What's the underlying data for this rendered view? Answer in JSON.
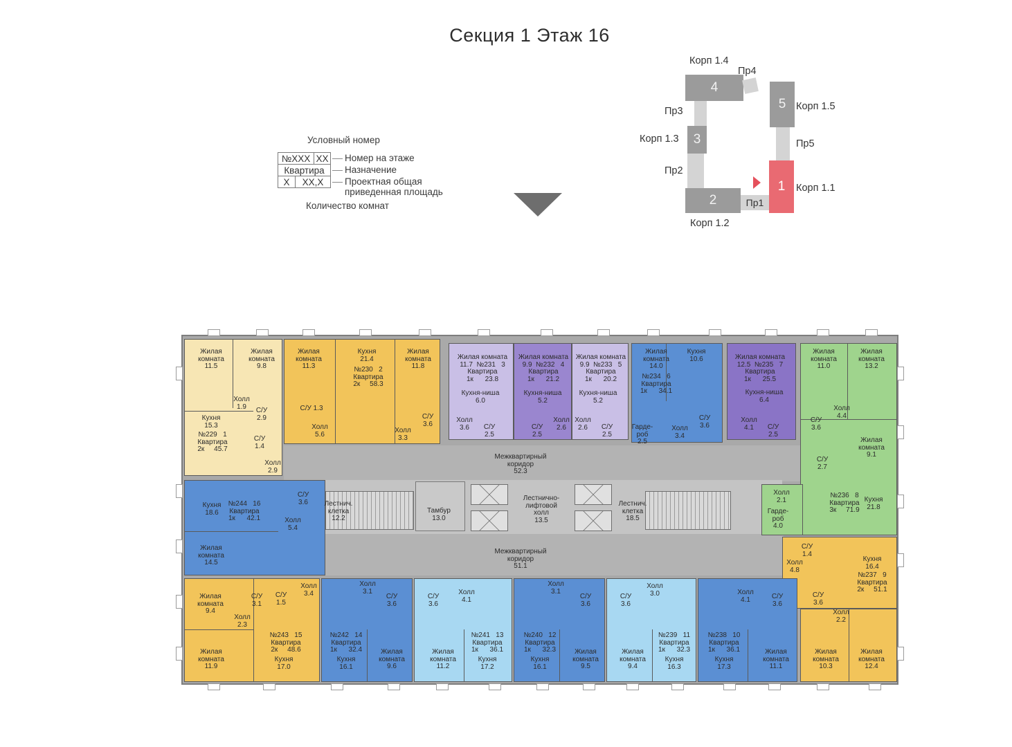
{
  "title": "Секция 1 Этаж 16",
  "legend": {
    "conditional_number": "Условный номер",
    "box_number": "№XXX",
    "box_floor_no": "XX",
    "box_purpose": "Квартира",
    "box_rooms": "X",
    "box_area": "XX,X",
    "floor_number": "Номер на этаже",
    "purpose": "Назначение",
    "area_line1": "Проектная общая",
    "area_line2": "приведенная площадь",
    "room_count": "Количество комнат"
  },
  "site_plan": {
    "k14": "Корп 1.4",
    "pr4": "Пр4",
    "b4": "4",
    "k15": "Корп 1.5",
    "b5": "5",
    "pr3": "Пр3",
    "k13": "Корп 1.3",
    "b3": "3",
    "pr5": "Пр5",
    "pr2": "Пр2",
    "k11": "Корп 1.1",
    "b1": "1",
    "b2": "2",
    "pr1": "Пр1",
    "k12": "Корп 1.2"
  },
  "colors": {
    "yellow_light": "#f7e6b4",
    "yellow": "#f2c45a",
    "purple_light": "#c9bfe6",
    "purple": "#9a86cf",
    "blue": "#5b8fd3",
    "blue_light": "#a8d8f2",
    "green": "#9fd48d",
    "corridor": "#b3b3b3",
    "active_building": "#e96a72"
  },
  "rooms": {
    "r1": "Жилая\nкомната\n11.5",
    "r2": "Жилая\nкомната\n9.8",
    "r3": "Холл\n1.9",
    "r4": "С/У\n2.9",
    "r5": "Кухня\n15.3",
    "r6": "№229   1\nКвартира\n2к     45.7",
    "r7": "С/У\n1.4",
    "r8": "Холл\n2.9",
    "r9": "Жилая\nкомната\n11.3",
    "r10": "С/У 1.3",
    "r11": "Холл\n5.6",
    "r12": "Кухня\n21.4",
    "r13": "№230   2\nКвартира\n2к     58.3",
    "r14": "Жилая\nкомната\n11.8",
    "r15": "Холл\n3.3",
    "r16": "С/У\n3.6",
    "r17": "Жилая комната\n11.7  №231   3\nКвартира\n1к      23.8",
    "r18": "Кухня-ниша\n6.0",
    "r19": "Холл\n3.6",
    "r20": "С/У\n2.5",
    "r21": "Жилая комната\n9.9  №232   4\nКвартира\n1к      21.2",
    "r22": "Кухня-ниша\n5.2",
    "r23": "С/У\n2.5",
    "r24": "Холл\n2.6",
    "r25": "Жилая комната\n9.9  №233   5\nКвартира\n1к      20.2",
    "r26": "Кухня-ниша\n5.2",
    "r27": "Холл\n2.6",
    "r28": "С/У\n2.5",
    "r29": "Жилая\nкомната\n14.0",
    "r30": "№234   6\nКвартира\n1к      34.1",
    "r31": "Кухня\n10.6",
    "r32": "Гарде-\nроб\n2.5",
    "r33": "Холл\n3.4",
    "r34": "С/У\n3.6",
    "r35": "Жилая комната\n12.5  №235   7\nКвартира\n1к      25.5",
    "r36": "Кухня-ниша\n6.4",
    "r37": "Холл\n4.1",
    "r38": "С/У\n2.5",
    "r39": "Жилая\nкомната\n11.0",
    "r40": "Жилая\nкомната\n13.2",
    "r41": "Холл\n4.4",
    "r42": "С/У\n3.6",
    "r43": "Жилая\nкомната\n9.1",
    "r44": "С/У\n2.7",
    "r45": "Холл\n2.1",
    "r46": "Гарде-\nроб\n4.0",
    "r47": "№236   8\nКвартира\n3к     71.9",
    "r48": "Кухня\n21.8",
    "r49": "Межквартирный\nкоридор\n52.3",
    "r50": "Кухня\n18.6",
    "r51": "№244   16\nКвартира\n1к      42.1",
    "r52": "С/У\n3.6",
    "r53": "Холл\n5.4",
    "r54": "Лестнич.\nклетка\n12.2",
    "r55": "Тамбур\n13.0",
    "r56": "Лестнично-\nлифтовой\nхолл\n13.5",
    "r57": "Лестнич.\nклетка\n18.5",
    "r58": "Жилая\nкомната\n14.5",
    "r59": "Межквартирный\nкоридор\n51.1",
    "r60": "С/У\n1.4",
    "r61": "Холл\n4.8",
    "r62": "Кухня\n16.4",
    "r63": "№237   9\nКвартира\n2к     51.1",
    "r64": "Жилая\nкомната\n9.4",
    "r65": "С/У\n3.1",
    "r66": "С/У\n1.5",
    "r67": "Холл\n3.4",
    "r68": "Холл\n2.3",
    "r69": "Жилая\nкомната\n11.9",
    "r70": "№243   15\nКвартира\n2к     48.6",
    "r71": "Кухня\n17.0",
    "r72": "Холл\n3.1",
    "r73": "С/У\n3.6",
    "r74": "№242   14\nКвартира\n1к      32.4",
    "r75": "Кухня\n16.1",
    "r76": "Жилая\nкомната\n9.6",
    "r77": "С/У\n3.6",
    "r78": "Холл\n4.1",
    "r79": "Жилая\nкомната\n11.2",
    "r80": "№241   13\nКвартира\n1к      36.1",
    "r81": "Кухня\n17.2",
    "r82": "Холл\n3.1",
    "r83": "С/У\n3.6",
    "r84": "№240   12\nКвартира\n1к      32.3",
    "r85": "Кухня\n16.1",
    "r86": "Жилая\nкомната\n9.5",
    "r87": "С/У\n3.6",
    "r88": "Холл\n3.0",
    "r89": "Жилая\nкомната\n9.4",
    "r90": "№239   11\nКвартира\n1к      32.3",
    "r91": "Кухня\n16.3",
    "r92": "Холл\n4.1",
    "r93": "С/У\n3.6",
    "r94": "№238   10\nКвартира\n1к      36.1",
    "r95": "Кухня\n17.3",
    "r96": "Жилая\nкомната\n11.1",
    "r97": "С/У\n3.6",
    "r98": "Холл\n2.2",
    "r99": "Жилая\nкомната\n10.3",
    "r100": "Жилая\nкомната\n12.4"
  }
}
